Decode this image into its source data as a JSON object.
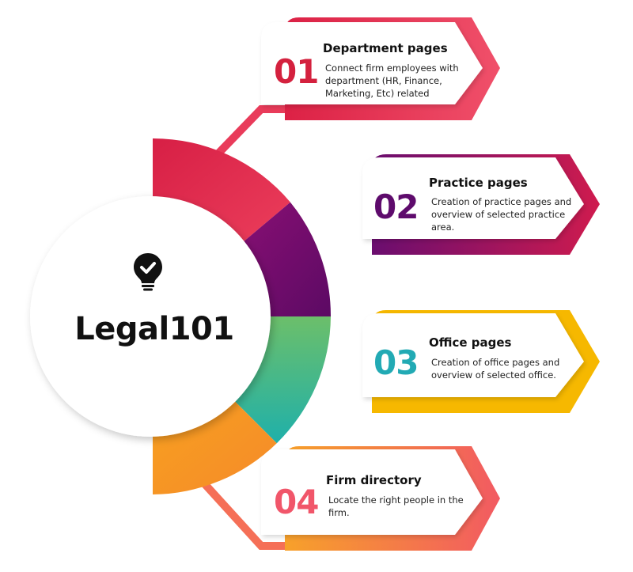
{
  "center": {
    "title": "Legal101",
    "icon": "lightbulb-check-icon"
  },
  "colors": {
    "red": "#e0284a",
    "purple": "#6a0d6f",
    "teal": "#2ab3a6",
    "green": "#7ec15a",
    "orange": "#f7a12a",
    "coral": "#f25a62",
    "yellow": "#f7b500"
  },
  "items": [
    {
      "number": "01",
      "title": "Department pages",
      "desc_lines": [
        "Connect firm employees with",
        "department  (HR, Finance,",
        "Marketing, Etc) related"
      ]
    },
    {
      "number": "02",
      "title": "Practice pages",
      "desc_lines": [
        "Creation of practice pages and",
        "overview of selected practice",
        "area."
      ]
    },
    {
      "number": "03",
      "title": "Office pages",
      "desc_lines": [
        "Creation of office pages and",
        "overview of selected office."
      ]
    },
    {
      "number": "04",
      "title": "Firm directory",
      "desc_lines": [
        "Locate the right people in the",
        "firm."
      ]
    }
  ]
}
